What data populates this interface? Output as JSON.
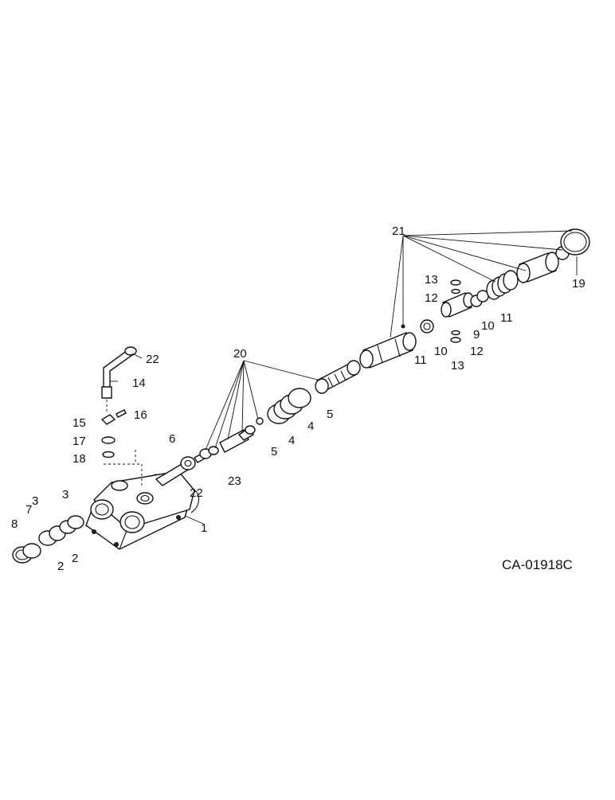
{
  "diagram": {
    "figure_code": "CA-01918C",
    "callouts": {
      "c1": "1",
      "c2a": "2",
      "c2b": "2",
      "c3a": "3",
      "c3b": "3",
      "c4a": "4",
      "c4b": "4",
      "c5a": "5",
      "c5b": "5",
      "c6": "6",
      "c7": "7",
      "c8": "8",
      "c9": "9",
      "c10a": "10",
      "c10b": "10",
      "c11a": "11",
      "c11b": "11",
      "c12a": "12",
      "c12b": "12",
      "c13a": "13",
      "c13b": "13",
      "c14": "14",
      "c15": "15",
      "c16": "16",
      "c17": "17",
      "c18": "18",
      "c19": "19",
      "c20": "20",
      "c21": "21",
      "c22a": "22",
      "c22b": "22",
      "c23": "23"
    }
  }
}
